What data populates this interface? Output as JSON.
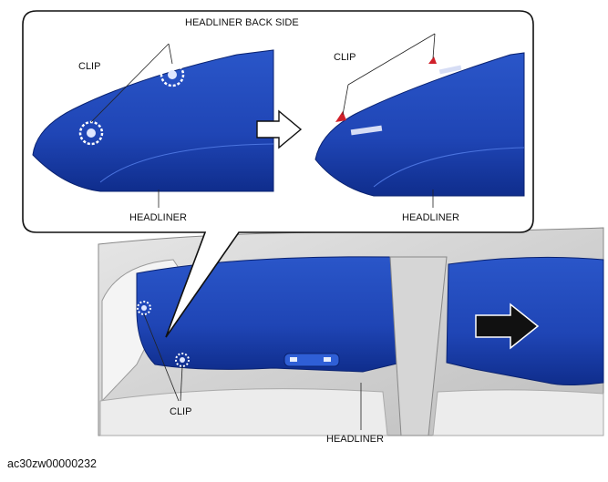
{
  "callout": {
    "title": "HEADLINER BACK SIDE",
    "left_panel": {
      "clip_label": "CLIP",
      "headliner_label": "HEADLINER"
    },
    "right_panel": {
      "clip_label": "CLIP",
      "headliner_label": "HEADLINER"
    },
    "arrow_icon": "hollow-right-arrow-icon"
  },
  "main_view": {
    "clip_label": "CLIP",
    "headliner_label": "HEADLINER",
    "direction_arrow_icon": "solid-right-arrow-icon"
  },
  "colors": {
    "headliner_blue": "#1f45b5",
    "headliner_dark": "#0d2b85",
    "frame_gray": "#c9c9c9"
  },
  "caption": "ac30zw00000232"
}
